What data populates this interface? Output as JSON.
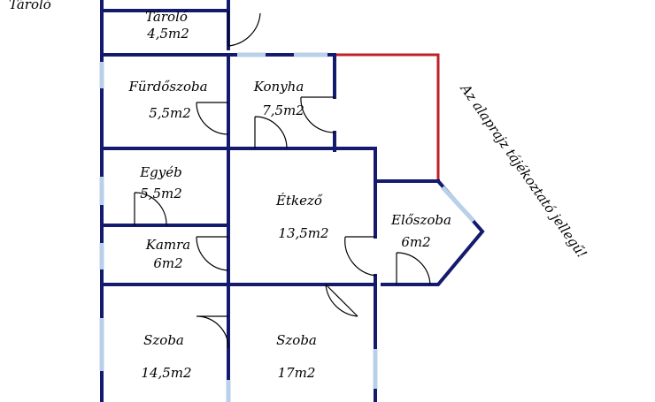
{
  "corner_label": "Tároló",
  "note": "Az alaprajz tájékoztató jellegű!",
  "rooms": [
    {
      "name": "Tároló",
      "area": "4,5m2"
    },
    {
      "name": "Fürdőszoba",
      "area": "5,5m2"
    },
    {
      "name": "Konyha",
      "area": "7,5m2"
    },
    {
      "name": "Egyéb",
      "area": "5,5m2"
    },
    {
      "name": "Étkező",
      "area": "13,5m2"
    },
    {
      "name": "Előszoba",
      "area": "6m2"
    },
    {
      "name": "Kamra",
      "area": "6m2"
    },
    {
      "name": "Szoba",
      "area": "14,5m2"
    },
    {
      "name": "Szoba",
      "area": "17m2"
    }
  ],
  "colors": {
    "wall": "#141a6e",
    "extension_outline": "#c0202a",
    "window": "#b8d0e8"
  }
}
